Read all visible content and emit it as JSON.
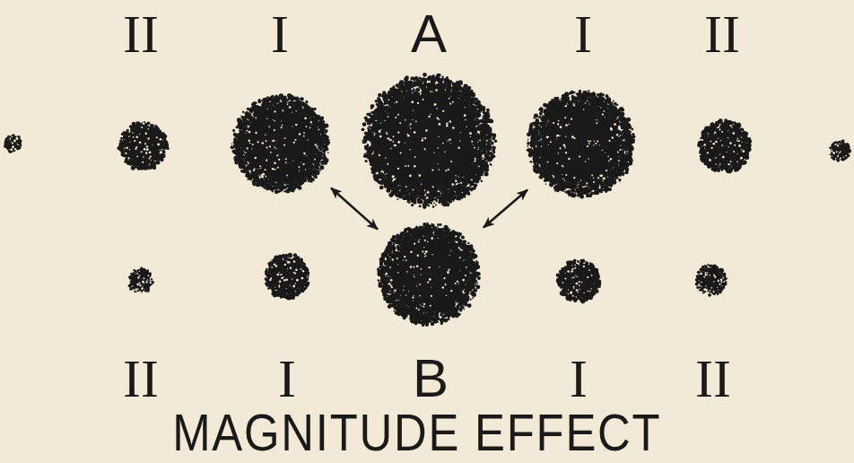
{
  "diagram": {
    "caption": "MAGNITUDE EFFECT",
    "nodes": [
      {
        "text": [
          "II"
        ]
      },
      {
        "text": [
          "I"
        ]
      },
      {
        "text": [
          "A"
        ]
      },
      {
        "text": [
          "I"
        ]
      },
      {
        "text": [
          "II"
        ]
      },
      {
        "text": [
          "II"
        ]
      },
      {
        "text": [
          "I"
        ]
      },
      {
        "text": [
          "B"
        ]
      },
      {
        "text": [
          "I"
        ]
      },
      {
        "text": [
          "II"
        ]
      }
    ],
    "edges": [
      {
        "from": 1,
        "to": 7,
        "arrow": "both"
      },
      {
        "from": 3,
        "to": 7,
        "arrow": "both"
      }
    ]
  }
}
